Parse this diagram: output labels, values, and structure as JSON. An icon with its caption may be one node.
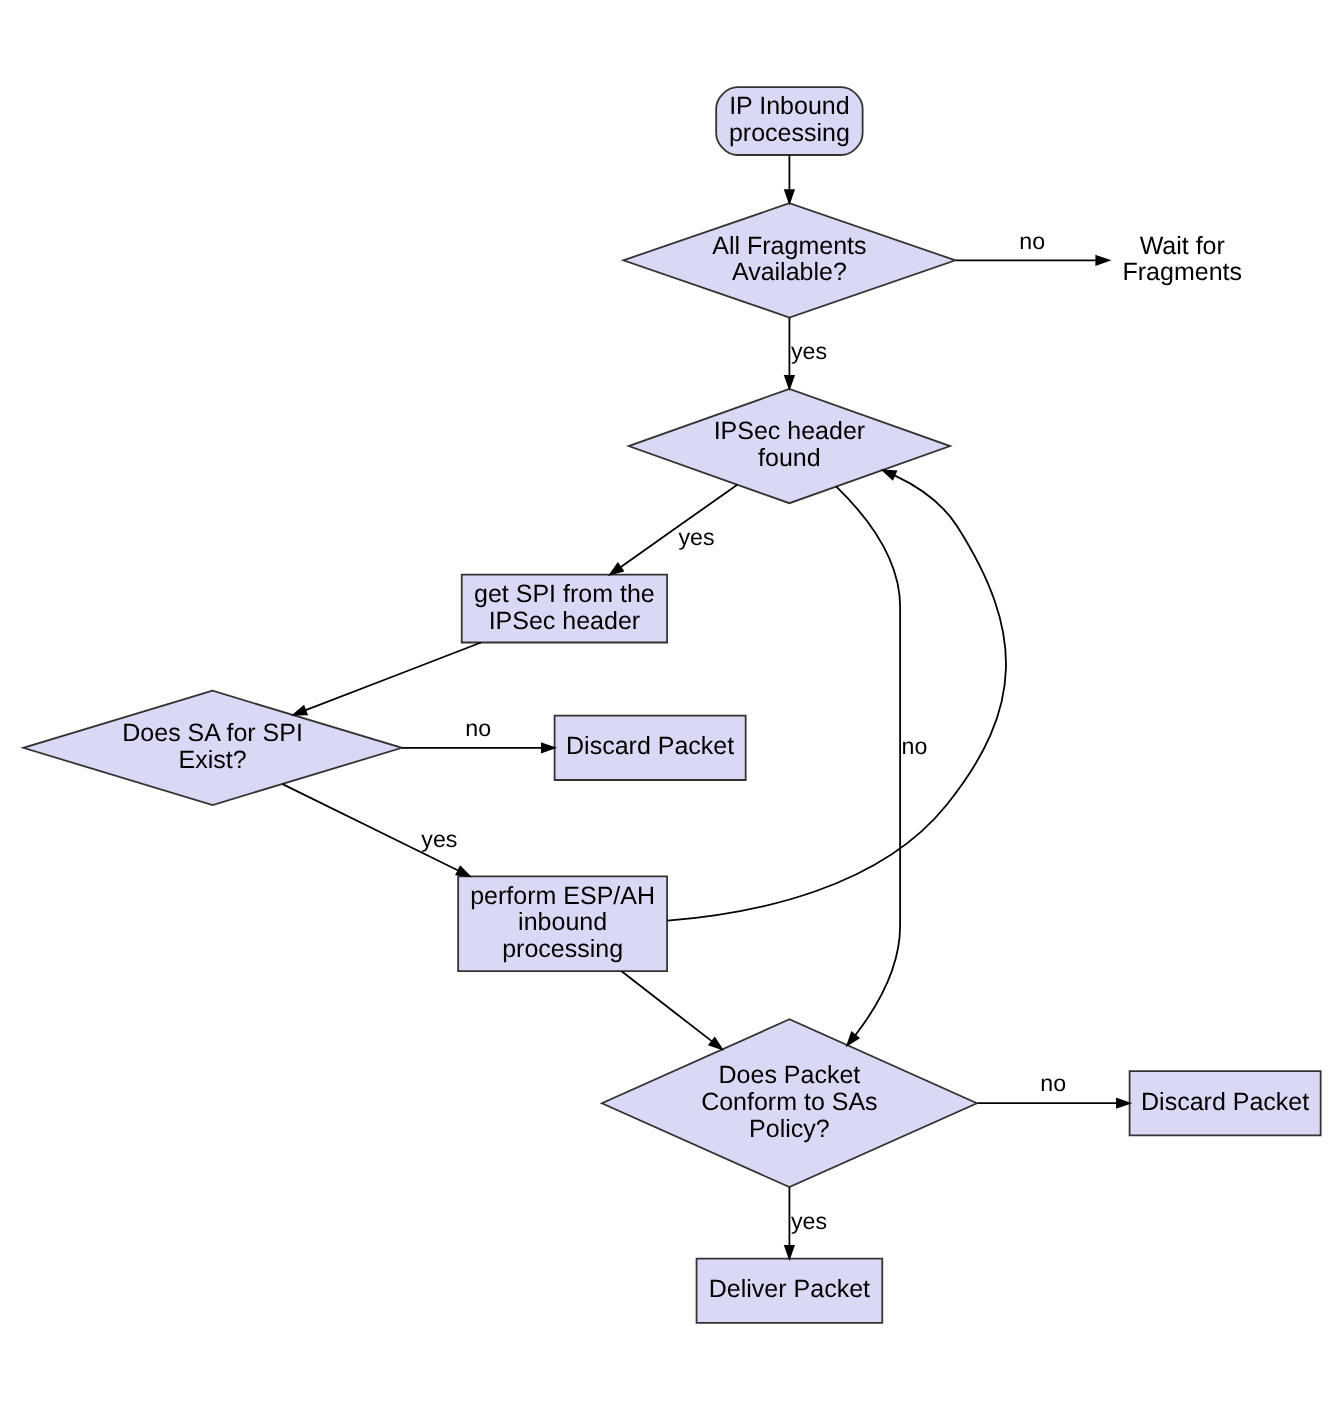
{
  "diagram": {
    "nodes": [
      {
        "text": [
          "IP Inbound processing"
        ]
      },
      {
        "text": [
          "All Fragments Available?"
        ]
      },
      {
        "text": [
          "Wait for Fragments"
        ]
      },
      {
        "text": [
          "IPSec header found"
        ]
      },
      {
        "text": [
          "get SPI from the IPSec header"
        ]
      },
      {
        "text": [
          "Does SA for SPI Exist?"
        ]
      },
      {
        "text": [
          "Discard Packet"
        ]
      },
      {
        "text": [
          "perform ESP/AH inbound processing"
        ]
      },
      {
        "text": [
          "Does Packet Conform to SAs Policy?"
        ]
      },
      {
        "text": [
          "Discard Packet"
        ]
      },
      {
        "text": [
          "Deliver Packet"
        ]
      }
    ],
    "edges": [
      {
        "from": 0,
        "to": 1,
        "arrow": "to"
      },
      {
        "from": 1,
        "to": 2,
        "arrow": "to",
        "label": "no"
      },
      {
        "from": 1,
        "to": 3,
        "arrow": "to",
        "label": "yes"
      },
      {
        "from": 3,
        "to": 8,
        "arrow": "to",
        "label": "no"
      },
      {
        "from": 3,
        "to": 4,
        "arrow": "to",
        "label": "yes"
      },
      {
        "from": 4,
        "to": 5,
        "arrow": "to"
      },
      {
        "from": 5,
        "to": 6,
        "arrow": "to",
        "label": "no"
      },
      {
        "from": 5,
        "to": 7,
        "arrow": "to",
        "label": "yes"
      },
      {
        "from": 7,
        "to": 3,
        "arrow": "to"
      },
      {
        "from": 7,
        "to": 8,
        "arrow": "to"
      },
      {
        "from": 8,
        "to": 9,
        "arrow": "to",
        "label": "no"
      },
      {
        "from": 8,
        "to": 10,
        "arrow": "to",
        "label": "yes"
      }
    ]
  }
}
